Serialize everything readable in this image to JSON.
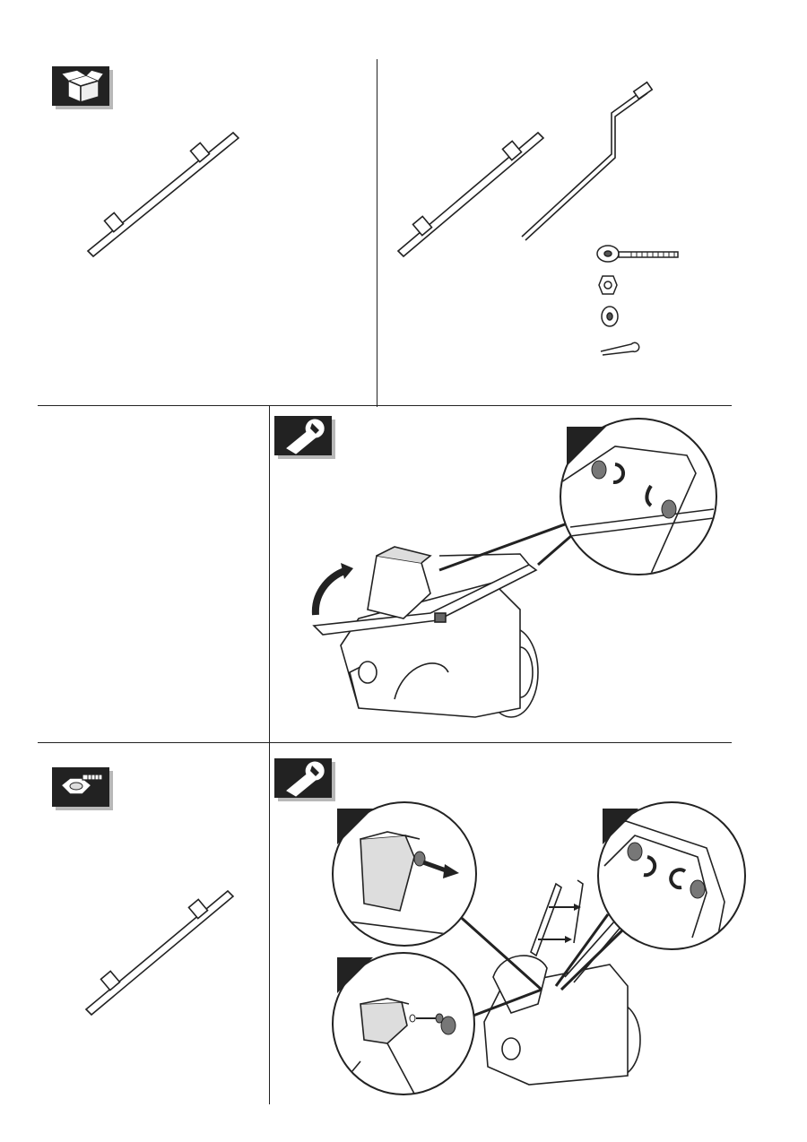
{
  "page": {
    "sections": [
      {
        "id": "contents",
        "icon": "box-icon"
      },
      {
        "id": "tools-1",
        "icon": "wrench-icon"
      },
      {
        "id": "hardware",
        "icon": "hardware-icon"
      },
      {
        "id": "tools-2",
        "icon": "wrench-icon"
      }
    ]
  },
  "colors": {
    "line": "#222222",
    "icon_bg": "#222222",
    "shadow": "#b8b8b8",
    "knob": "#777777"
  }
}
